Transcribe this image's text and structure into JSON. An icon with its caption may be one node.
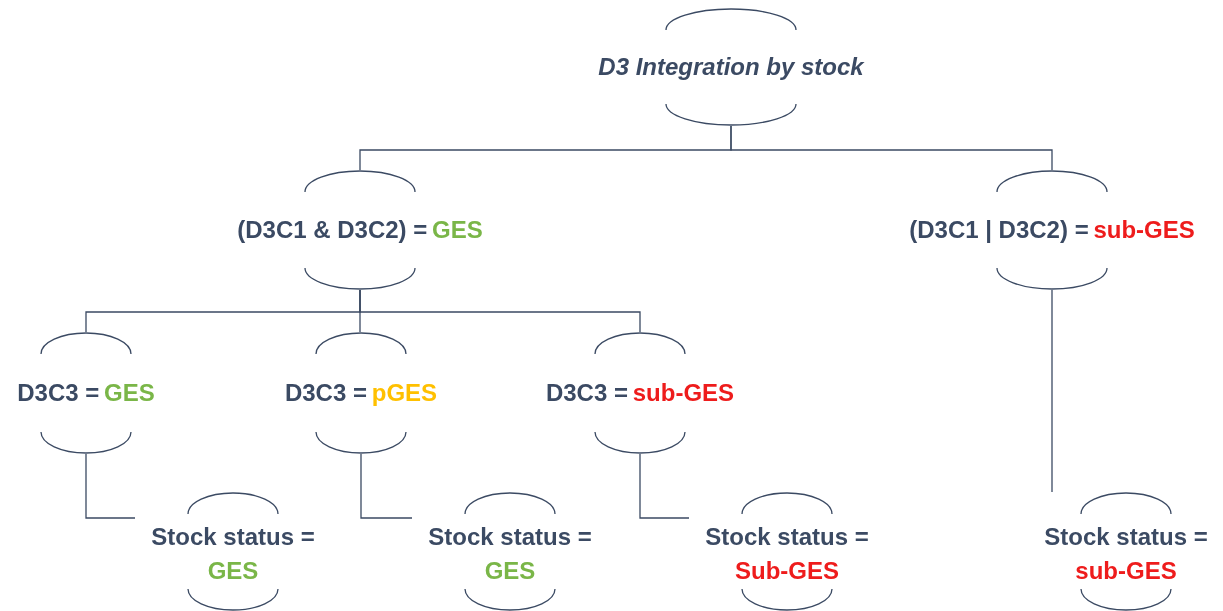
{
  "diagram": {
    "nodes": [
      {
        "text": [
          "D3 Integration by stock"
        ]
      },
      {
        "text": [
          "(D3C1 & D3C2) =",
          "GES"
        ]
      },
      {
        "text": [
          "(D3C1 | D3C2) =",
          "sub-GES"
        ]
      },
      {
        "text": [
          "D3C3 =",
          "GES"
        ]
      },
      {
        "text": [
          "D3C3 =",
          "pGES"
        ]
      },
      {
        "text": [
          "D3C3 =",
          "sub-GES"
        ]
      },
      {
        "text": [
          "Stock status =",
          "GES"
        ]
      },
      {
        "text": [
          "Stock status =",
          "GES"
        ]
      },
      {
        "text": [
          "Stock status =",
          "Sub-GES"
        ]
      },
      {
        "text": [
          "Stock status =",
          "sub-GES"
        ]
      }
    ],
    "edges": [
      {
        "from": 0,
        "to": 1,
        "arrow": "none"
      },
      {
        "from": 0,
        "to": 2,
        "arrow": "none"
      },
      {
        "from": 1,
        "to": 3,
        "arrow": "none"
      },
      {
        "from": 1,
        "to": 4,
        "arrow": "none"
      },
      {
        "from": 1,
        "to": 5,
        "arrow": "none"
      },
      {
        "from": 3,
        "to": 6,
        "arrow": "none"
      },
      {
        "from": 4,
        "to": 7,
        "arrow": "none"
      },
      {
        "from": 5,
        "to": 8,
        "arrow": "none"
      },
      {
        "from": 2,
        "to": 9,
        "arrow": "none"
      }
    ]
  }
}
